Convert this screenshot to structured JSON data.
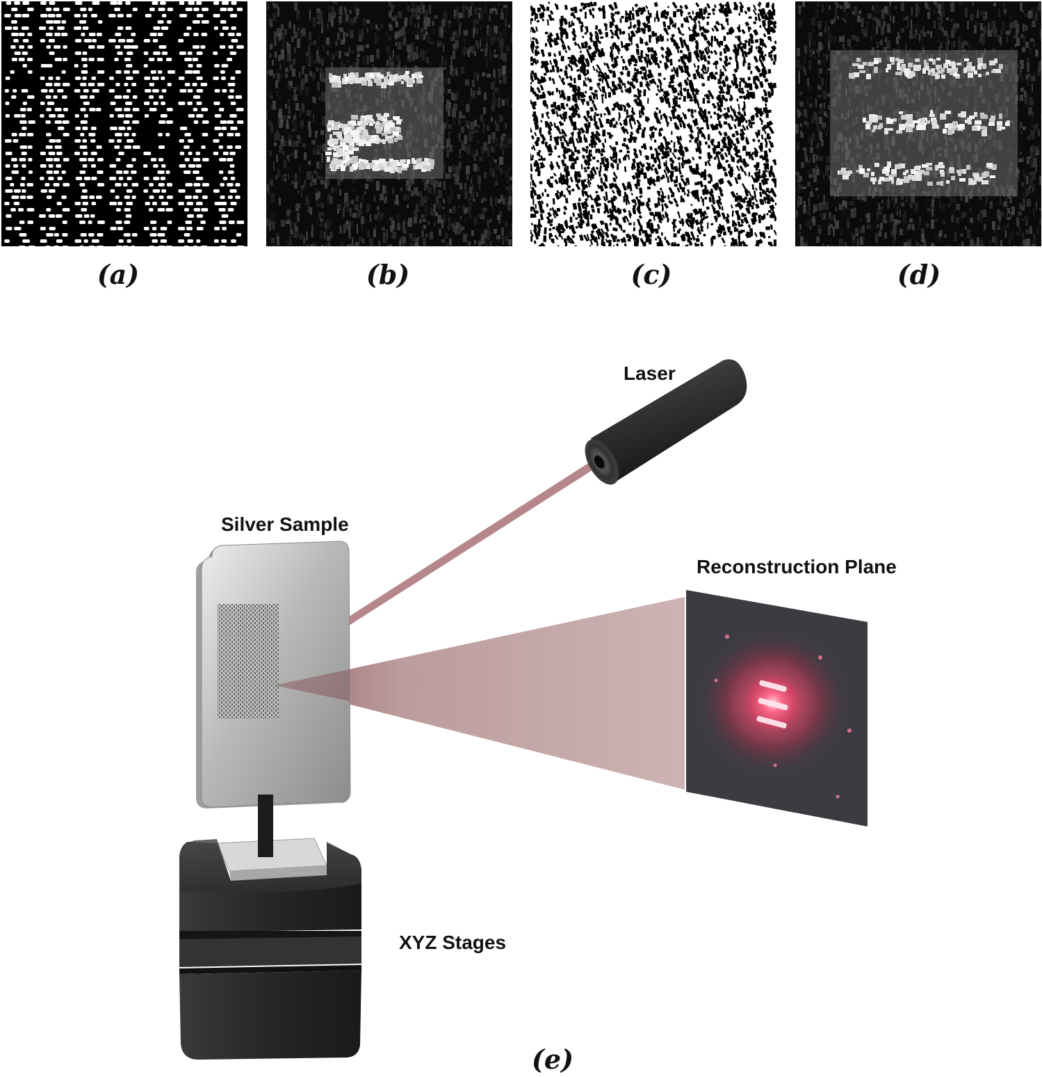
{
  "panels": [
    {
      "id": "a",
      "caption": "(a)"
    },
    {
      "id": "b",
      "caption": "(b)"
    },
    {
      "id": "c",
      "caption": "(c)"
    },
    {
      "id": "d",
      "caption": "(d)"
    }
  ],
  "setup": {
    "caption": "(e)",
    "laser_label": "Laser",
    "sample_label": "Silver Sample",
    "plane_label": "Reconstruction Plane",
    "stages_label": "XYZ Stages"
  },
  "colors": {
    "beam": "#a0696c",
    "plane_glow": "#ff4d6d",
    "laser_body": "#2a2a2a",
    "stage_body": "#2b2b2b"
  }
}
